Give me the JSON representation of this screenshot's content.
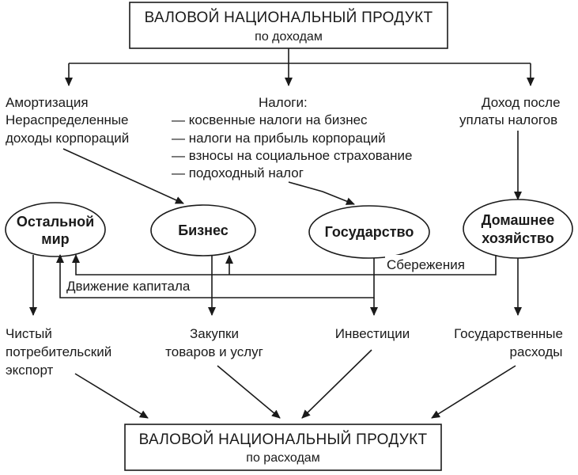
{
  "top_box": {
    "title": "ВАЛОВОЙ НАЦИОНАЛЬНЫЙ ПРОДУКТ",
    "subtitle": "по доходам"
  },
  "bottom_box": {
    "title": "ВАЛОВОЙ НАЦИОНАЛЬНЫЙ ПРОДУКТ",
    "subtitle": "по расходам"
  },
  "income_sources": {
    "left": [
      "Амортизация",
      "Нераспределенные",
      "доходы корпораций"
    ],
    "taxes_title": "Налоги:",
    "taxes": [
      "— косвенные налоги на бизнес",
      "— налоги на прибыль корпораций",
      "— взносы на социальное страхование",
      "— подоходный налог"
    ],
    "right": [
      "Доход после",
      "уплаты налогов"
    ]
  },
  "sectors": {
    "rest_of_world": [
      "Остальной",
      "мир"
    ],
    "business": "Бизнес",
    "government": "Государство",
    "household": [
      "Домашнее",
      "хозяйство"
    ]
  },
  "flows": {
    "savings": "Сбережения",
    "capital_movement": "Движение капитала"
  },
  "expenditures": {
    "net_export": [
      "Чистый",
      "потребительский",
      "экспорт"
    ],
    "purchases": [
      "Закупки",
      "товаров и услуг"
    ],
    "investment": "Инвестиции",
    "gov_spending": [
      "Государственные",
      "расходы"
    ]
  }
}
